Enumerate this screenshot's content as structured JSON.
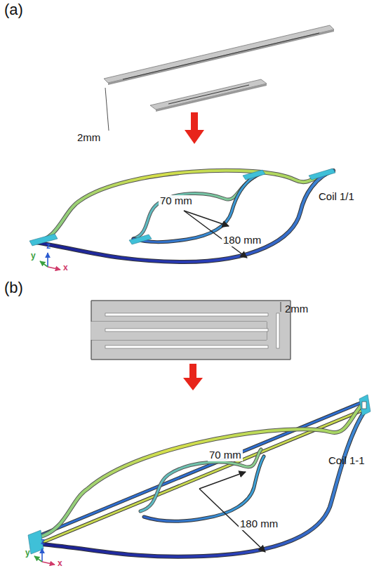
{
  "diagram": {
    "labels": [
      "(a)",
      "2mm",
      "Coil 1/1",
      "70 mm",
      "180 mm",
      "y",
      "z",
      "x",
      "(b)",
      "2mm",
      "Coil 1-1",
      "70 mm",
      "180 mm",
      "y",
      "z",
      "x"
    ]
  }
}
